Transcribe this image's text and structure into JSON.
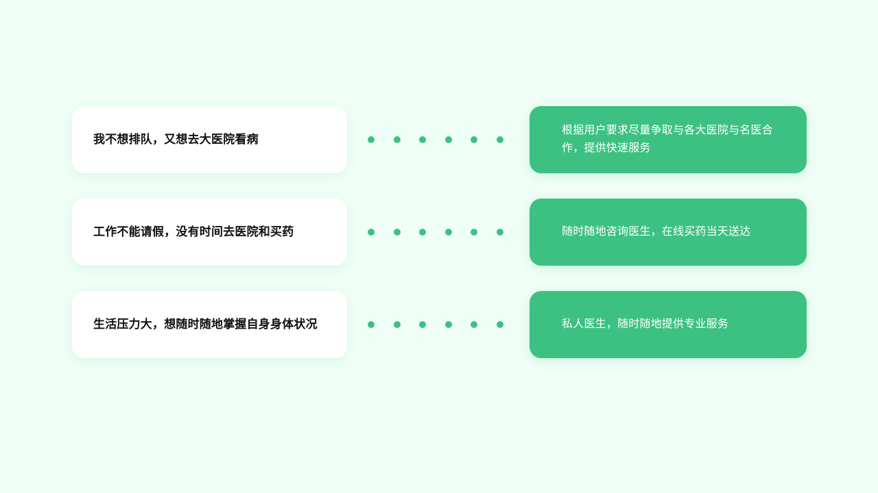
{
  "page": {
    "background_color": "#effef6",
    "accent_color": "#3cc183",
    "card_color": "#ffffff",
    "pain_text_color": "#10100f",
    "solution_text_color": "#ffffff",
    "layout": "three-row pain-point to solution mapping"
  },
  "connector": {
    "dot_count": 6,
    "dot_color": "#3cc183",
    "dot_icon": "dot-icon"
  },
  "rows": [
    {
      "pain": "我不想排队，又想去大医院看病",
      "solution": "根据用户要求尽量争取与各大医院与名医合作，提供快速服务"
    },
    {
      "pain": "工作不能请假，没有时间去医院和买药",
      "solution": "随时随地咨询医生，在线买药当天送达"
    },
    {
      "pain": "生活压力大，想随时随地掌握自身身体状况",
      "solution": "私人医生，随时随地提供专业服务"
    }
  ]
}
